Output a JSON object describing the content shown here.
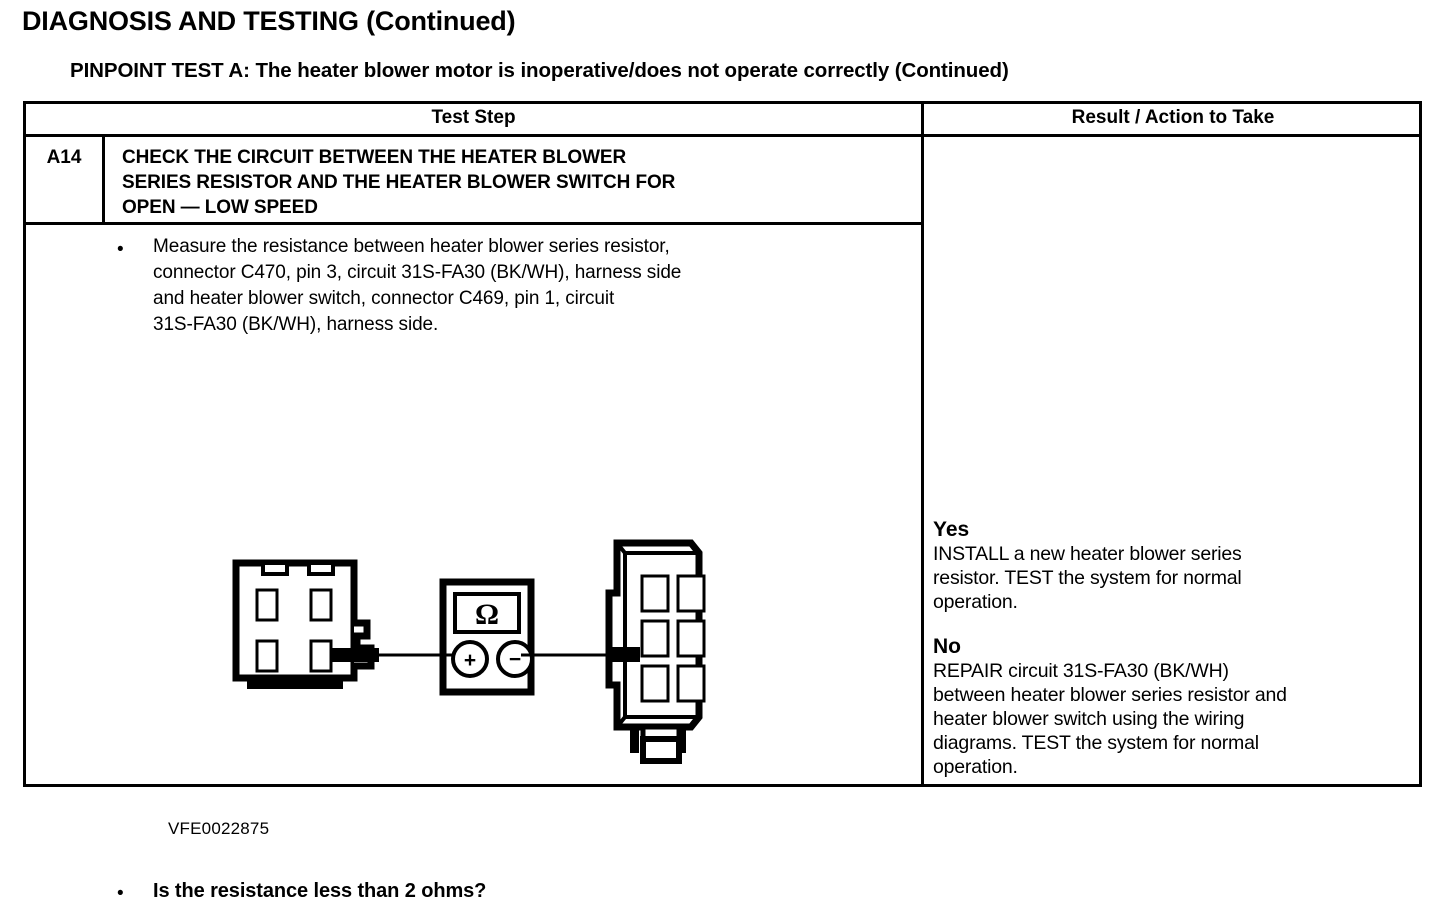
{
  "document": {
    "title": "DIAGNOSIS AND TESTING (Continued)",
    "pinpoint_test_title": "PINPOINT TEST A: The heater blower motor is inoperative/does not operate correctly (Continued)"
  },
  "table": {
    "headers": {
      "test_step": "Test Step",
      "result_action": "Result / Action to Take"
    },
    "step": {
      "id": "A14",
      "heading": "CHECK THE CIRCUIT BETWEEN THE HEATER BLOWER\nSERIES RESISTOR AND THE HEATER BLOWER SWITCH FOR\nOPEN — LOW SPEED",
      "bullet_marker": "•",
      "instruction": "Measure the resistance between heater blower series resistor,\nconnector C470, pin 3, circuit 31S-FA30 (BK/WH), harness side\nand heater blower switch, connector C469, pin 1, circuit\n31S-FA30 (BK/WH), harness side.",
      "figure_id": "VFE0022875",
      "question_marker": "•",
      "question": "Is the resistance less than 2 ohms?"
    },
    "results": [
      {
        "label": "Yes",
        "text": "INSTALL a new heater blower series\nresistor. TEST the system for normal\noperation."
      },
      {
        "label": "No",
        "text": "REPAIR circuit 31S-FA30 (BK/WH)\nbetween heater blower series resistor and\nheater blower switch using the wiring\ndiagrams. TEST the system for normal\noperation."
      }
    ]
  },
  "figure": {
    "meter_symbol": "Ω",
    "meter_positive": "+",
    "meter_negative": "−",
    "left_connector_name": "heater-blower-series-resistor-connector",
    "right_connector_name": "heater-blower-switch-connector",
    "line_color": "#000000"
  }
}
